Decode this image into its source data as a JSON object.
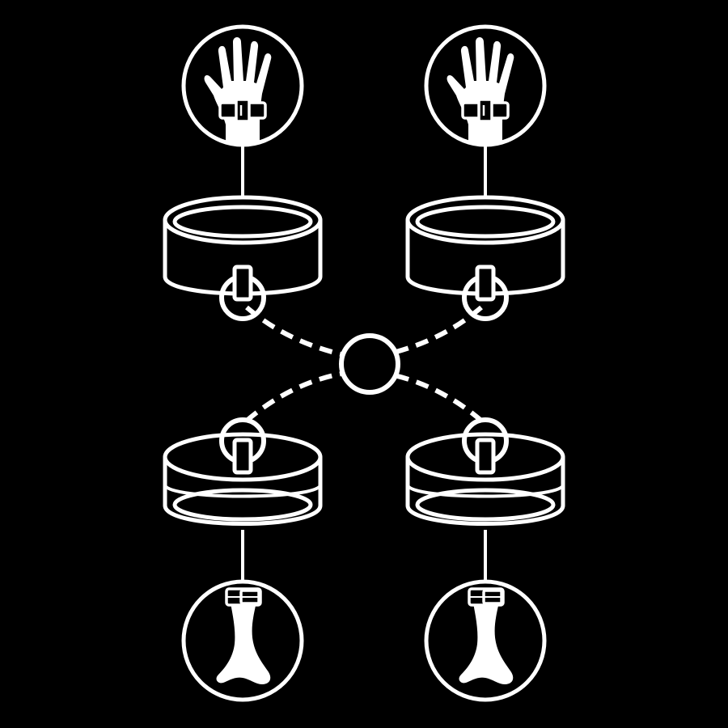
{
  "colors": {
    "background": "#000000",
    "stroke": "#ffffff",
    "fill": "#ffffff"
  },
  "nodes": {
    "top_left": {
      "icon": "hand-with-wrist-cuff-icon"
    },
    "top_right": {
      "icon": "hand-with-wrist-cuff-icon"
    },
    "bottom_left": {
      "icon": "foot-with-ankle-cuff-icon"
    },
    "bottom_right": {
      "icon": "foot-with-ankle-cuff-icon"
    }
  },
  "cuffs": {
    "top_left": {
      "icon": "wrist-cuff-icon"
    },
    "top_right": {
      "icon": "wrist-cuff-icon"
    },
    "bottom_left": {
      "icon": "ankle-cuff-icon"
    },
    "bottom_right": {
      "icon": "ankle-cuff-icon"
    }
  },
  "center": {
    "icon": "o-ring-icon"
  },
  "connections": [
    {
      "from": "top_left",
      "to": "center",
      "style": "dashed"
    },
    {
      "from": "top_right",
      "to": "center",
      "style": "dashed"
    },
    {
      "from": "bottom_left",
      "to": "center",
      "style": "dashed"
    },
    {
      "from": "bottom_right",
      "to": "center",
      "style": "dashed"
    }
  ]
}
